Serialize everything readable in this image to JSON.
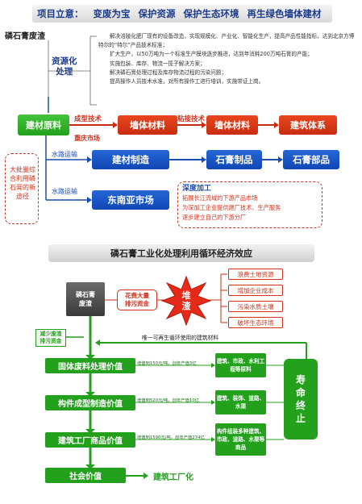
{
  "banner": {
    "label": "项目立意：",
    "items": [
      "变废为宝",
      "保护资源",
      "保护生态环境",
      "再生绿色墙体建材"
    ]
  },
  "top": {
    "source": "磷石膏废渣",
    "process": "资源化\n处理",
    "paragraphs": [
      "解决涪陵化肥厂现有的设备改造，实现规模化、产业化、智能化生产，提高产品性能指标，达到北京方博特尔的“特尔”产品技术标准；",
      "扩大生产，以50万吨为一个标准生产模块逐步推进，达到年消耗200万吨石膏的产能；",
      "实施包装、库存、物流一揽子解决方案；",
      "解决磷石膏处理过程及库存物流过程的污染问题；",
      "提高操作人员技术水准，对所有操作工进行培训，实施带证上岗。"
    ]
  },
  "flow1": {
    "raw": "建材原料",
    "label1": "成型技术",
    "wall1": "墙体材料",
    "label2": "粘接技术",
    "wall2": "墙体材料",
    "building": "建筑体系",
    "chongqing": "重庆市场"
  },
  "flow2": {
    "water1": "水路运输",
    "make": "建材制造",
    "gypsum_prod": "石膏制品",
    "gypsum_part": "石膏部品"
  },
  "flow3": {
    "water2": "水路运输",
    "sea": "东南亚市场"
  },
  "left_note": "大批量综合利用磷石膏的新途径",
  "deep": {
    "title": "深度加工",
    "lines": [
      "拓展长江流域的下游产品市场",
      "为深加工企业提供建厂技术、生产服务",
      "逐步建立自己的下游分厂"
    ]
  },
  "section2_title": "磷石膏工业化处理利用循环经济效应",
  "bottom": {
    "source": "磷石膏\n废渣",
    "cost": "花费大量\n排污资金",
    "pile": "堆\n渣",
    "harms": [
      "浪费土地资源",
      "增加企业成本",
      "污染水质土壤",
      "破坏生态环境"
    ],
    "reduce": "减少废渣\n排污资金",
    "only_line": "唯一可再生循环使用的建筑材料",
    "values": [
      "固体废料处理价值",
      "构件成型制造价值",
      "建筑工厂商品价值",
      "社会价值"
    ],
    "increments": [
      "增值到150元/吨，创年产值3亿",
      "增值到520元/吨，创年产值10亿",
      "增值到1590元/吨，创年产值274亿"
    ],
    "uses": [
      "建筑、市政、水利工程等原料",
      "建筑、装饰、道路、水渠",
      "构件组装多种建筑、市政、道路、水渠等商品"
    ],
    "end": "寿\n命\n终\n止",
    "factory": "建筑工厂化"
  }
}
